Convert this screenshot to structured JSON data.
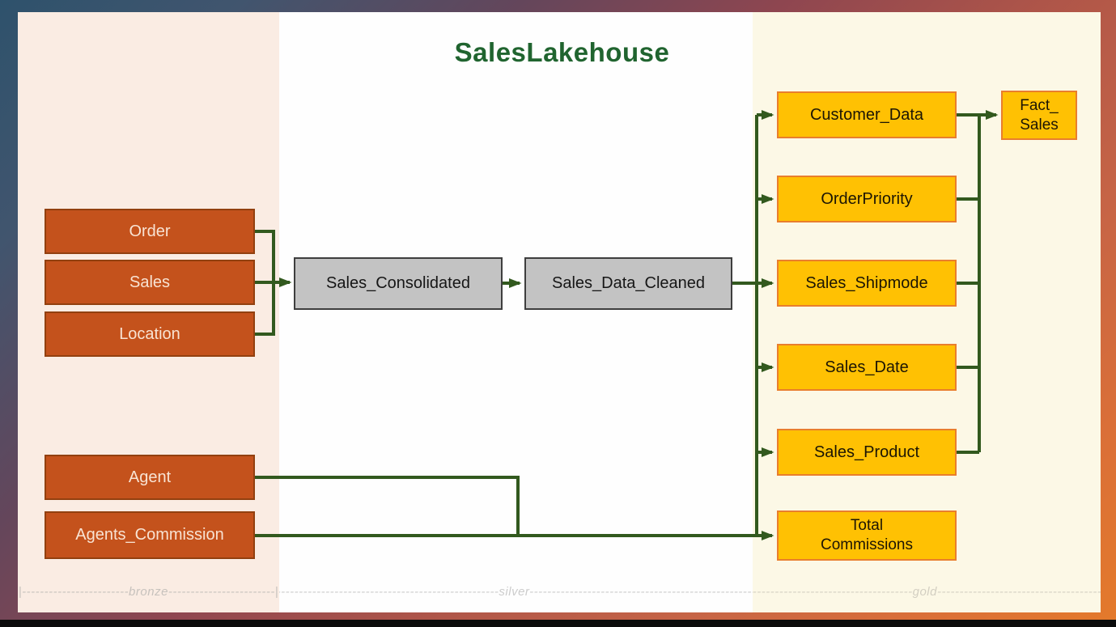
{
  "title": "SalesLakehouse",
  "colors": {
    "title_green": "#20642F",
    "connector_green": "#32591E",
    "bronze_node_fill": "#C4521C",
    "silver_node_fill": "#C3C3C3",
    "gold_node_fill": "#FFC103",
    "gold_node_border": "#E97E2D",
    "bronze_zone_bg": "#FAECE3",
    "silver_zone_bg": "#FEFEFE",
    "gold_zone_bg": "#FCF8E6"
  },
  "zones": {
    "bronze_label": "|------------------------bronze------------------------|",
    "silver_label": "-----------------------------------------------------silver-----------------------------------------------------|",
    "gold_label": "--------------------------------------gold--------------------------------------|"
  },
  "nodes": {
    "order": {
      "label": "Order",
      "layer": "bronze"
    },
    "sales": {
      "label": "Sales",
      "layer": "bronze"
    },
    "location": {
      "label": "Location",
      "layer": "bronze"
    },
    "agent": {
      "label": "Agent",
      "layer": "bronze"
    },
    "agents_commission": {
      "label": "Agents_Commission",
      "layer": "bronze"
    },
    "sales_consolidated": {
      "label": "Sales_Consolidated",
      "layer": "silver"
    },
    "sales_data_cleaned": {
      "label": "Sales_Data_Cleaned",
      "layer": "silver"
    },
    "customer_data": {
      "label": "Customer_Data",
      "layer": "gold"
    },
    "order_priority": {
      "label": "OrderPriority",
      "layer": "gold"
    },
    "sales_shipmode": {
      "label": "Sales_Shipmode",
      "layer": "gold"
    },
    "sales_date": {
      "label": "Sales_Date",
      "layer": "gold"
    },
    "sales_product": {
      "label": "Sales_Product",
      "layer": "gold"
    },
    "total_commissions": {
      "line1": "Total",
      "line2": "Commissions",
      "layer": "gold"
    },
    "fact_sales": {
      "line1": "Fact_",
      "line2": "Sales",
      "layer": "gold"
    }
  },
  "edges": [
    {
      "from": "Order",
      "to": "Sales_Consolidated"
    },
    {
      "from": "Sales",
      "to": "Sales_Consolidated"
    },
    {
      "from": "Location",
      "to": "Sales_Consolidated"
    },
    {
      "from": "Sales_Consolidated",
      "to": "Sales_Data_Cleaned"
    },
    {
      "from": "Sales_Data_Cleaned",
      "to": "Customer_Data"
    },
    {
      "from": "Sales_Data_Cleaned",
      "to": "OrderPriority"
    },
    {
      "from": "Sales_Data_Cleaned",
      "to": "Sales_Shipmode"
    },
    {
      "from": "Sales_Data_Cleaned",
      "to": "Sales_Date"
    },
    {
      "from": "Sales_Data_Cleaned",
      "to": "Sales_Product"
    },
    {
      "from": "Customer_Data",
      "to": "Fact_Sales"
    },
    {
      "from": "OrderPriority",
      "to": "Fact_Sales"
    },
    {
      "from": "Sales_Shipmode",
      "to": "Fact_Sales"
    },
    {
      "from": "Sales_Date",
      "to": "Fact_Sales"
    },
    {
      "from": "Sales_Product",
      "to": "Fact_Sales"
    },
    {
      "from": "Agent",
      "to": "Total Commissions"
    },
    {
      "from": "Agents_Commission",
      "to": "Total Commissions"
    }
  ]
}
